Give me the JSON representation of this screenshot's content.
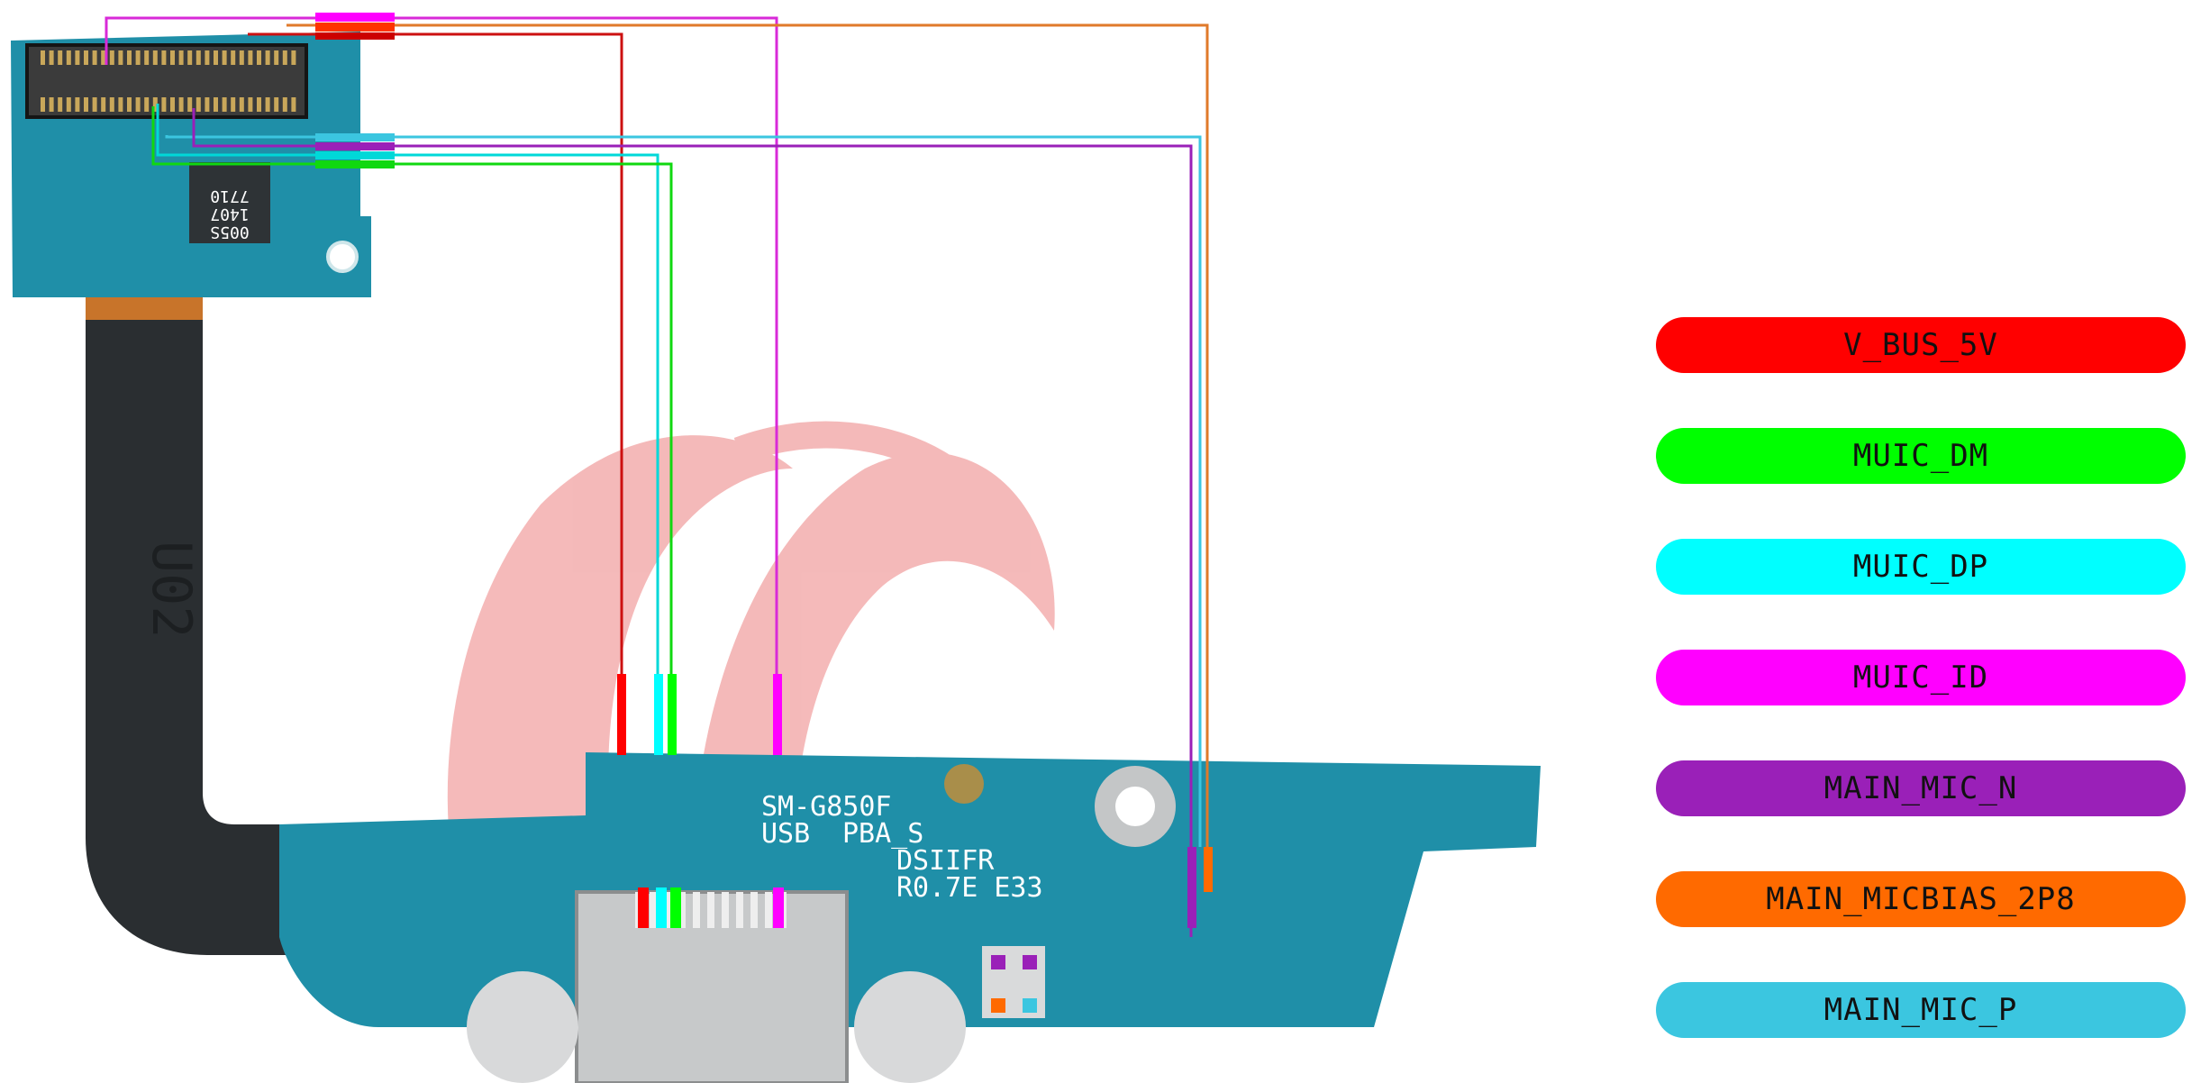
{
  "board": {
    "silkscreen": [
      "SM-G850F",
      "USB",
      "PBA_S",
      "DSIIFR",
      "R0.7E E33"
    ],
    "chip_text": [
      "7710",
      "1407",
      "005S"
    ],
    "flex_text": "U02"
  },
  "legend": [
    {
      "label": "V_BUS_5V",
      "color": "#ff0000"
    },
    {
      "label": "MUIC_DM",
      "color": "#00ff00"
    },
    {
      "label": "MUIC_DP",
      "color": "#00ffff"
    },
    {
      "label": "MUIC_ID",
      "color": "#ff00ff"
    },
    {
      "label": "MAIN_MIC_N",
      "color": "#9a20b8"
    },
    {
      "label": "MAIN_MICBIAS_2P8",
      "color": "#ff6a00"
    },
    {
      "label": "MAIN_MIC_P",
      "color": "#3bc6e0"
    }
  ]
}
